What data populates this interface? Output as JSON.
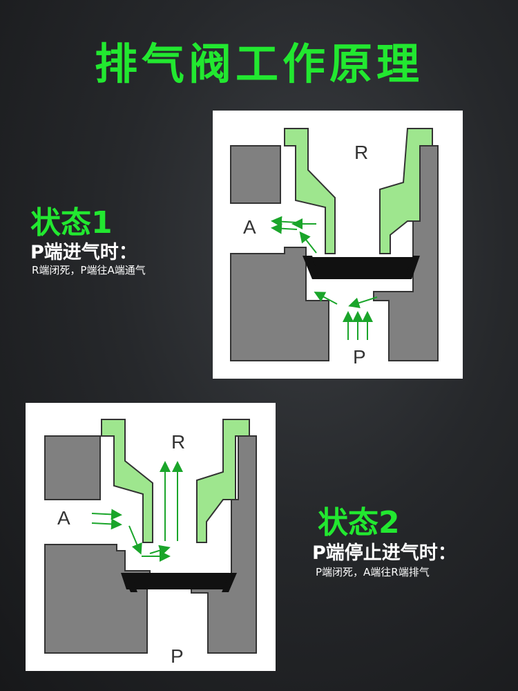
{
  "title": "排气阀工作原理",
  "state1": {
    "title": "状态1",
    "subtitle": "P端进气时：",
    "description": "R端闭死，P端往A端通气",
    "ports": {
      "r": "R",
      "a": "A",
      "p": "P"
    }
  },
  "state2": {
    "title": "状态2",
    "subtitle": "P端停止进气时：",
    "description": "P端闭死，A端往R端排气",
    "ports": {
      "r": "R",
      "a": "A",
      "p": "P"
    }
  },
  "colors": {
    "accent_green": "#22e830",
    "body_gray": "#808080",
    "seal_green": "#9ee68e",
    "diaphragm": "#111111",
    "arrow_green": "#1aa52a"
  }
}
